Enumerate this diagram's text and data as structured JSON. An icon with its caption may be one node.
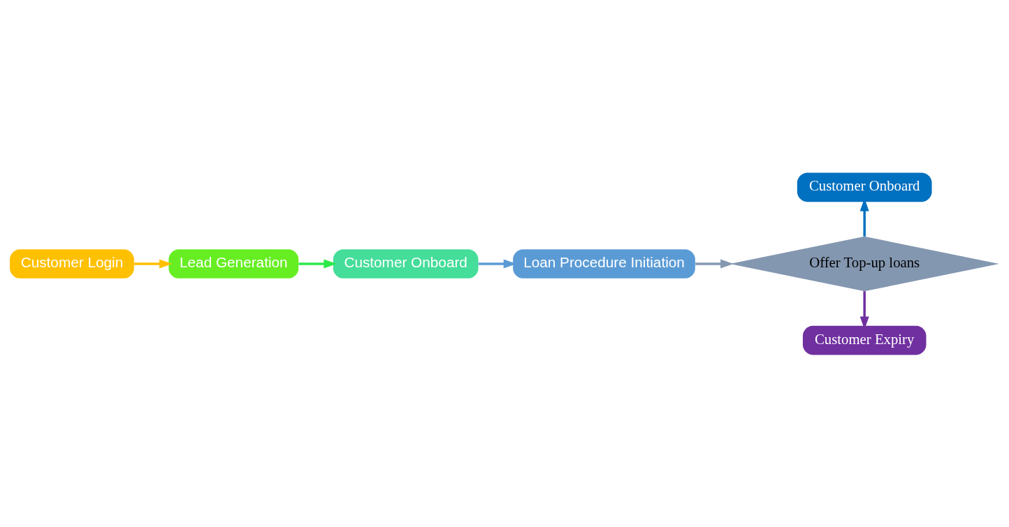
{
  "diagram": {
    "nodes": [
      {
        "text": [
          "Customer Login"
        ]
      },
      {
        "text": [
          "Lead Generation"
        ]
      },
      {
        "text": [
          "Customer Onboard"
        ]
      },
      {
        "text": [
          "Loan Procedure Initiation"
        ]
      },
      {
        "text": [
          "Offer Top-up loans"
        ]
      },
      {
        "text": [
          "Customer Onboard"
        ]
      },
      {
        "text": [
          "Customer Expiry"
        ]
      }
    ],
    "edges": [
      {
        "from": 0,
        "to": 1,
        "arrow": "to",
        "color": "#ffc000"
      },
      {
        "from": 1,
        "to": 2,
        "arrow": "to",
        "color": "#2ee84a"
      },
      {
        "from": 2,
        "to": 3,
        "arrow": "to",
        "color": "#5b9bd5"
      },
      {
        "from": 3,
        "to": 4,
        "arrow": "to",
        "color": "#8497b0"
      },
      {
        "from": 4,
        "to": 5,
        "arrow": "to",
        "color": "#0070c0"
      },
      {
        "from": 4,
        "to": 6,
        "arrow": "to",
        "color": "#7030a0"
      }
    ]
  }
}
